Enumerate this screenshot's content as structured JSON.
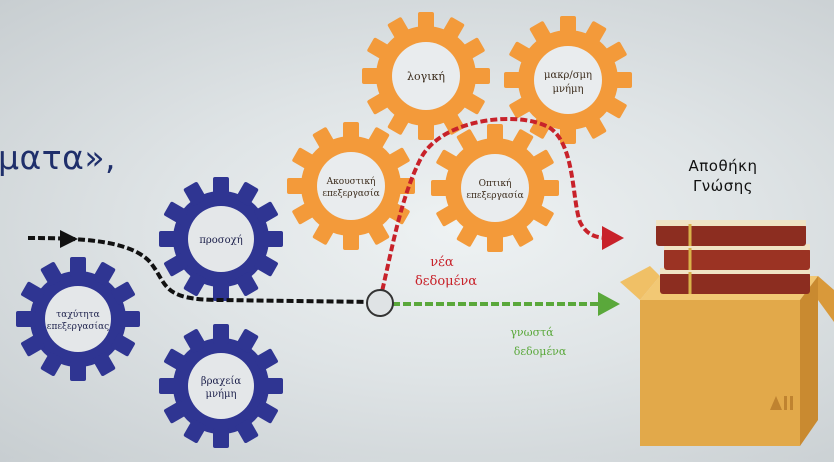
{
  "header": {
    "partial_top": "",
    "partial_text": "ματα»,"
  },
  "gears": {
    "logic": "λογική",
    "long_memory_line1": "μακρ/σμη",
    "long_memory_line2": "μνήμη",
    "acoustic_line1": "Ακουστική",
    "acoustic_line2": "επεξεργασία",
    "optic_line1": "Οπτική",
    "optic_line2": "επεξεργασία",
    "attention": "προσοχή",
    "fast_line1": "ταχύτητα",
    "fast_line2": "επεξεργασίας",
    "short_memory_line1": "βραχεία",
    "short_memory_line2": "μνήμη"
  },
  "flow": {
    "new_data_line1": "νέα",
    "new_data_line2": "δεδομένα",
    "known_data_line1": "γνωστά",
    "known_data_line2": "δεδομένα"
  },
  "store": {
    "title_line1": "Αποθήκη",
    "title_line2": "Γνώσης"
  },
  "colors": {
    "orange_gear": "#f39a3a",
    "blue_gear": "#2f3592",
    "red_arrow": "#c8222a",
    "green_arrow": "#5aa83b",
    "black_line": "#111111",
    "text_blue": "#1f2f6b"
  }
}
